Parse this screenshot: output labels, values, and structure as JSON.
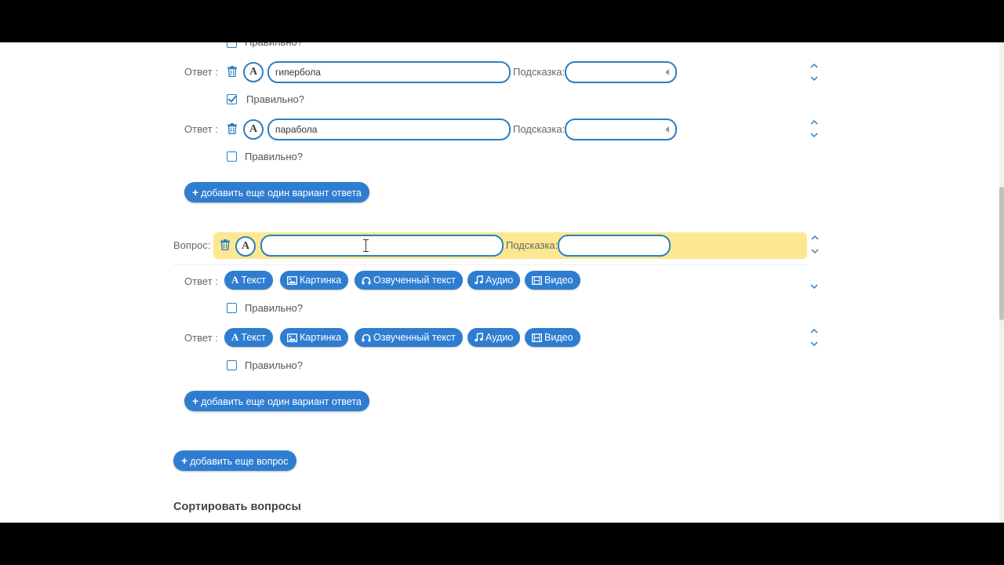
{
  "common": {
    "answer_label": "Ответ :",
    "question_label": "Вопрос:",
    "hint_label": "Подсказка:",
    "correct_label": "Правильно?",
    "text_format_glyph": "A",
    "add_answer_label": "добавить еще один вариант ответа",
    "add_question_label": "добавить еще вопрос",
    "sort_questions_title": "Сортировать вопросы"
  },
  "answers": [
    {
      "value": "гипербола",
      "hint": "",
      "correct": true
    },
    {
      "value": "парабола",
      "hint": "",
      "correct": false
    }
  ],
  "new_question": {
    "value": "",
    "hint": ""
  },
  "media_types": {
    "text": "Текст",
    "image": "Картинка",
    "voiced_text": "Озвученный текст",
    "audio": "Аудио",
    "video": "Видео"
  },
  "colors": {
    "accent": "#2e7dd1",
    "question_highlight": "#fbe891"
  }
}
